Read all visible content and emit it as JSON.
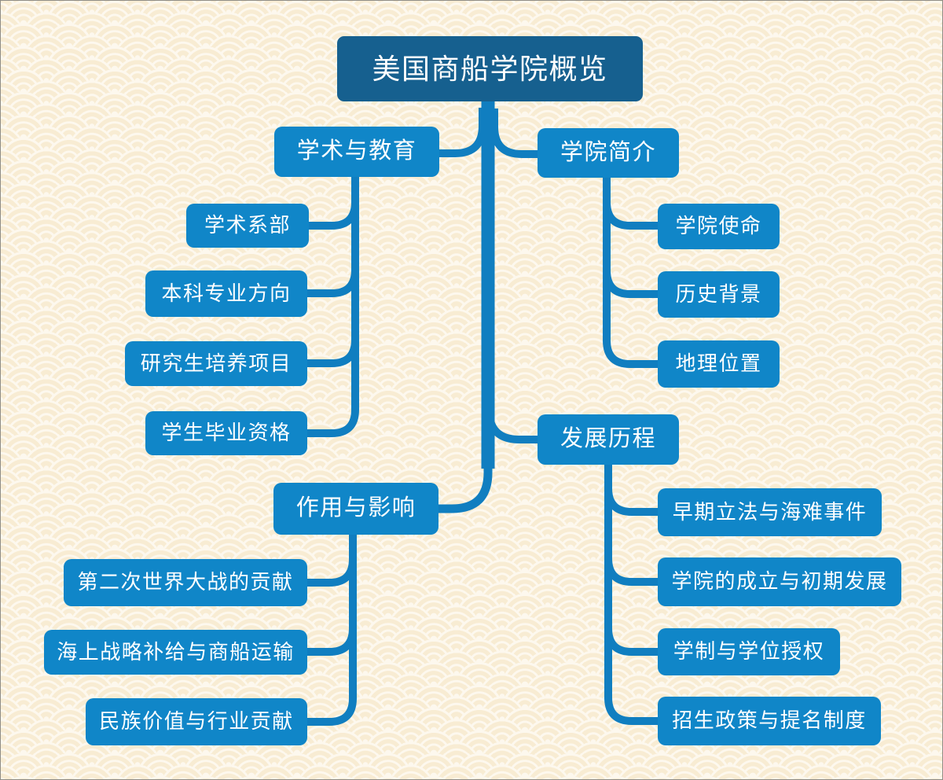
{
  "root": {
    "label": "美国商船学院概览"
  },
  "branches": [
    {
      "label": "学术与教育",
      "children": [
        {
          "label": "学术系部"
        },
        {
          "label": "本科专业方向"
        },
        {
          "label": "研究生培养项目"
        },
        {
          "label": "学生毕业资格"
        }
      ]
    },
    {
      "label": "学院简介",
      "children": [
        {
          "label": "学院使命"
        },
        {
          "label": "历史背景"
        },
        {
          "label": "地理位置"
        }
      ]
    },
    {
      "label": "发展历程",
      "children": [
        {
          "label": "早期立法与海难事件"
        },
        {
          "label": "学院的成立与初期发展"
        },
        {
          "label": "学制与学位授权"
        },
        {
          "label": "招生政策与提名制度"
        }
      ]
    },
    {
      "label": "作用与影响",
      "children": [
        {
          "label": "第二次世界大战的贡献"
        },
        {
          "label": "海上战略补给与商船运输"
        },
        {
          "label": "民族价值与行业贡献"
        }
      ]
    }
  ],
  "colors": {
    "root_fill": "#16608f",
    "node_fill": "#1086c8",
    "connector": "#107ec0",
    "node_text": "#ffffff",
    "bg_base": "#f8ecd3",
    "bg_ring": "#fdf8ee",
    "frame_border": "#8f8d86"
  }
}
